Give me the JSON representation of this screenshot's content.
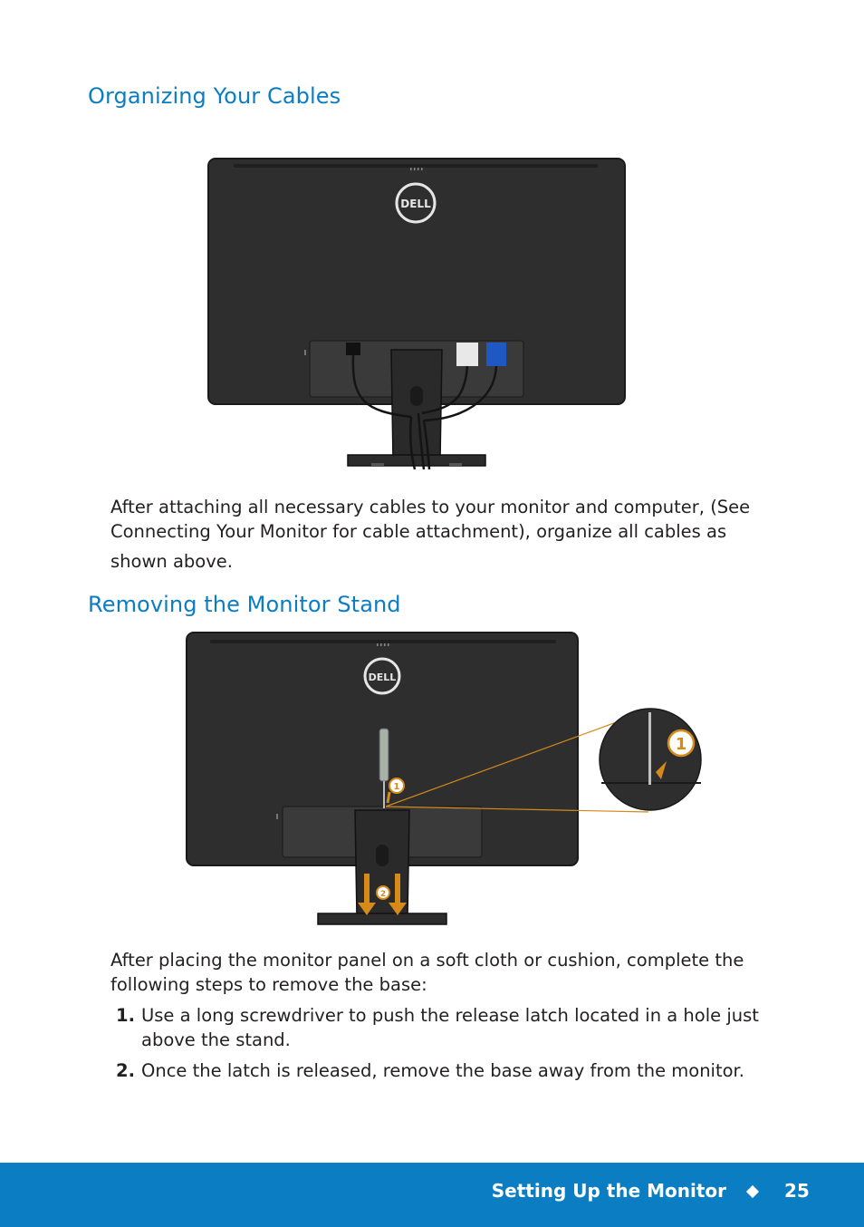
{
  "sections": [
    {
      "heading": "Organizing Your Cables",
      "paragraph_main": "After attaching all necessary cables to your monitor and computer, (See Connecting Your Monitor for cable attachment), organize all cables as",
      "paragraph_end": "shown above."
    },
    {
      "heading": "Removing the Monitor Stand",
      "paragraph": "After placing the monitor panel on a soft cloth or cushion, complete the following steps to remove the base:",
      "steps": [
        {
          "num": "1.",
          "text": "Use a long screwdriver to push the release latch located in a hole just above the stand."
        },
        {
          "num": "2.",
          "text": "Once the latch is released, remove the base away from the monitor."
        }
      ]
    }
  ],
  "figures": {
    "logo_text": "DELL",
    "callout_1": "1",
    "callout_2": "2"
  },
  "footer": {
    "title": "Setting Up the Monitor",
    "page": "25"
  },
  "colors": {
    "accent": "#0b7dc3",
    "callout": "#d58a1a",
    "monitor": "#2b2b2b"
  }
}
